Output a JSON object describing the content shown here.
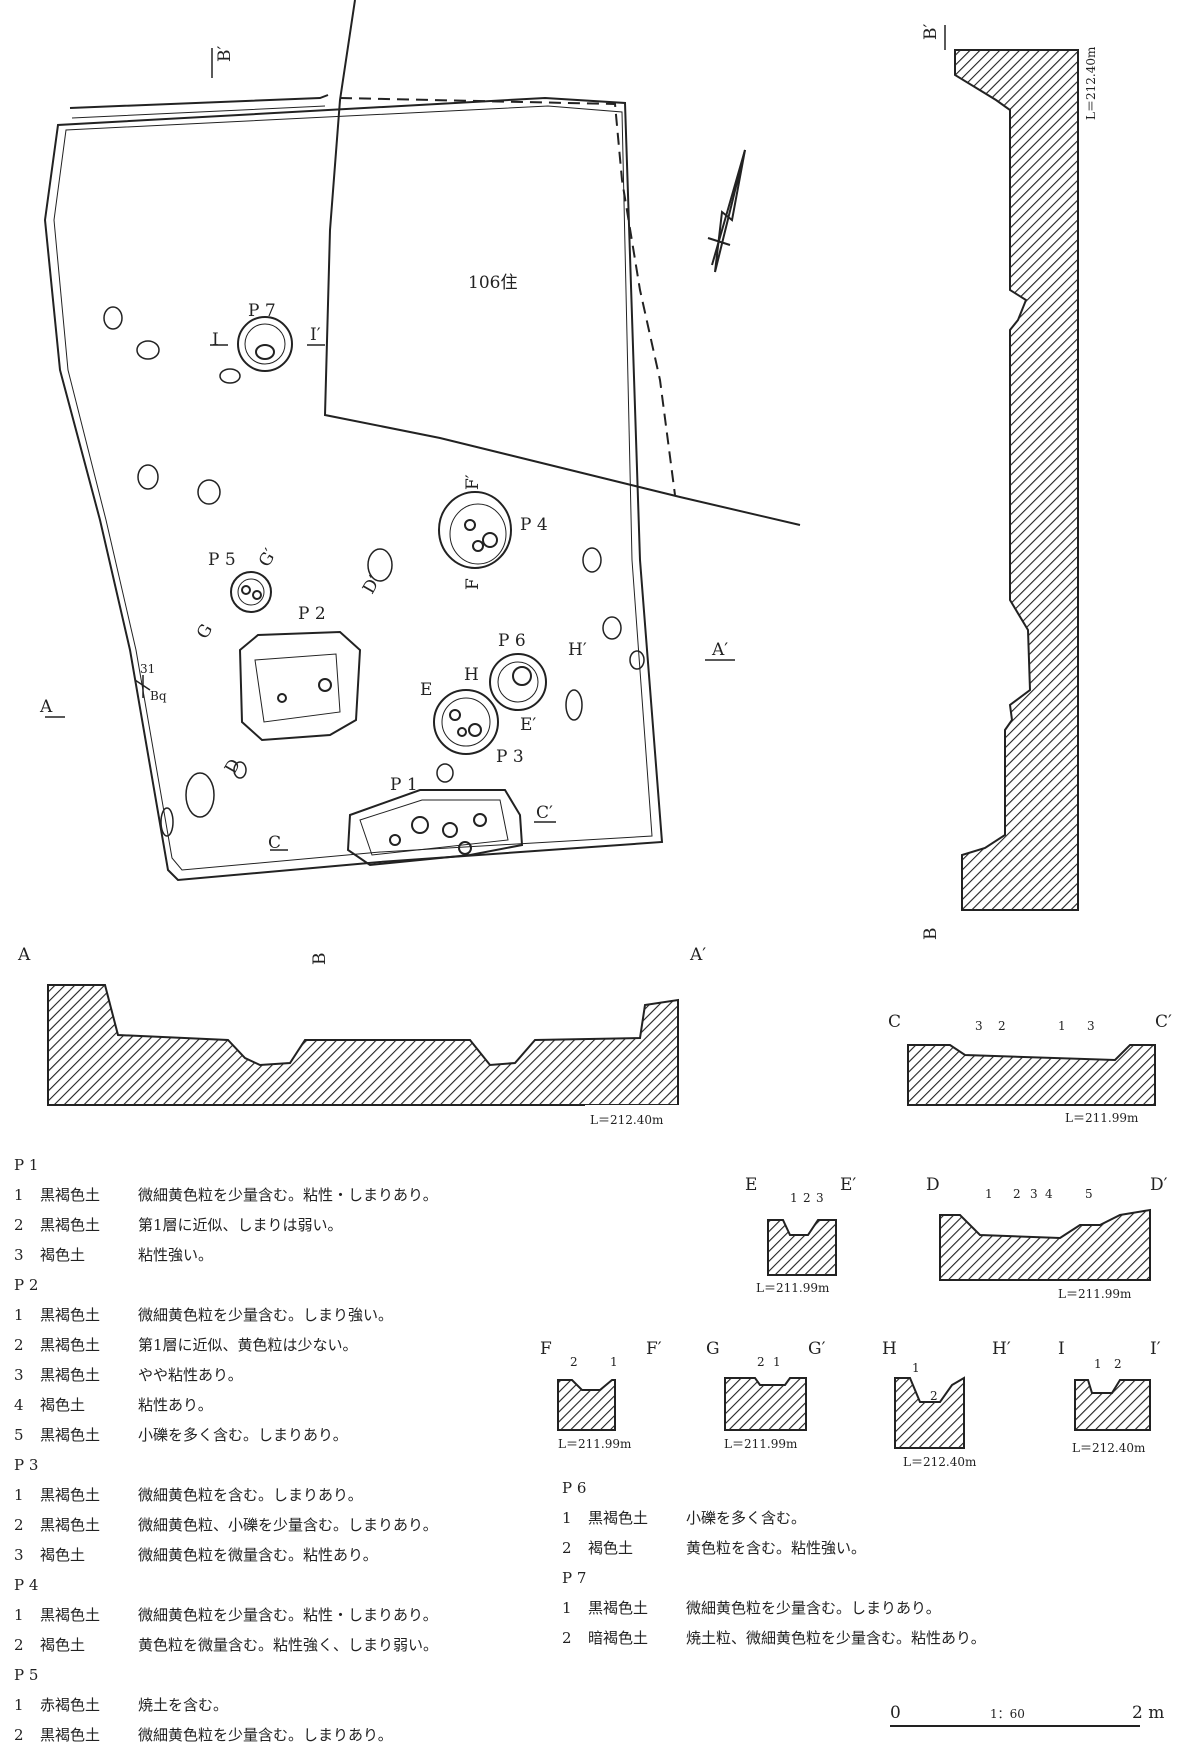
{
  "plan": {
    "house_label": "106住",
    "grid_label_number": "31",
    "grid_label_code": "Bq",
    "pits": [
      {
        "id": "p1",
        "label": "P 1"
      },
      {
        "id": "p2",
        "label": "P 2"
      },
      {
        "id": "p3",
        "label": "P 3"
      },
      {
        "id": "p4",
        "label": "P 4"
      },
      {
        "id": "p5",
        "label": "P 5"
      },
      {
        "id": "p6",
        "label": "P 6"
      },
      {
        "id": "p7",
        "label": "P 7"
      }
    ],
    "section_markers": {
      "A": "A",
      "A2": "A′",
      "B": "B",
      "B2": "B′",
      "C": "C",
      "C2": "C′",
      "D": "D",
      "D2": "D′",
      "E": "E",
      "E2": "E′",
      "F": "F",
      "F2": "F′",
      "G": "G",
      "G2": "G′",
      "H": "H",
      "H2": "H′",
      "I": "I",
      "I2": "I′"
    }
  },
  "sections": {
    "AA": {
      "left": "A",
      "right": "A′",
      "level": "L＝212.40m"
    },
    "BB": {
      "top": "B′",
      "bottom": "B",
      "level": "L＝212.40m"
    },
    "CC": {
      "left": "C",
      "right": "C′",
      "layers": [
        "3",
        "2",
        "1",
        "3"
      ],
      "level": "L＝211.99m"
    },
    "EE": {
      "left": "E",
      "right": "E′",
      "layers": [
        "1",
        "2",
        "3"
      ],
      "level": "L＝211.99m"
    },
    "DD": {
      "left": "D",
      "right": "D′",
      "layers": [
        "1",
        "2",
        "3",
        "4",
        "5"
      ],
      "level": "L＝211.99m"
    },
    "FF": {
      "left": "F",
      "right": "F′",
      "layers": [
        "2",
        "1"
      ],
      "level": "L＝211.99m"
    },
    "GG": {
      "left": "G",
      "right": "G′",
      "layers": [
        "2",
        "1"
      ],
      "level": "L＝211.99m"
    },
    "HH": {
      "left": "H",
      "right": "H′",
      "layers": [
        "1",
        "2"
      ],
      "level": "L＝212.40m"
    },
    "II": {
      "left": "I",
      "right": "I′",
      "layers": [
        "1",
        "2"
      ],
      "level": "L＝212.40m"
    }
  },
  "legend_left": [
    {
      "pit": "P 1",
      "layers": [
        {
          "n": "1",
          "soil": "黒褐色土",
          "desc": "微細黄色粒を少量含む。粘性・しまりあり。"
        },
        {
          "n": "2",
          "soil": "黒褐色土",
          "desc": "第1層に近似、しまりは弱い。"
        },
        {
          "n": "3",
          "soil": "褐色土",
          "desc": "粘性強い。"
        }
      ]
    },
    {
      "pit": "P 2",
      "layers": [
        {
          "n": "1",
          "soil": "黒褐色土",
          "desc": "微細黄色粒を少量含む。しまり強い。"
        },
        {
          "n": "2",
          "soil": "黒褐色土",
          "desc": "第1層に近似、黄色粒は少ない。"
        },
        {
          "n": "3",
          "soil": "黒褐色土",
          "desc": "やや粘性あり。"
        },
        {
          "n": "4",
          "soil": "褐色土",
          "desc": "粘性あり。"
        },
        {
          "n": "5",
          "soil": "黒褐色土",
          "desc": "小礫を多く含む。しまりあり。"
        }
      ]
    },
    {
      "pit": "P 3",
      "layers": [
        {
          "n": "1",
          "soil": "黒褐色土",
          "desc": "微細黄色粒を含む。しまりあり。"
        },
        {
          "n": "2",
          "soil": "黒褐色土",
          "desc": "微細黄色粒、小礫を少量含む。しまりあり。"
        },
        {
          "n": "3",
          "soil": "褐色土",
          "desc": "微細黄色粒を微量含む。粘性あり。"
        }
      ]
    },
    {
      "pit": "P 4",
      "layers": [
        {
          "n": "1",
          "soil": "黒褐色土",
          "desc": "微細黄色粒を少量含む。粘性・しまりあり。"
        },
        {
          "n": "2",
          "soil": "褐色土",
          "desc": "黄色粒を微量含む。粘性強く、しまり弱い。"
        }
      ]
    },
    {
      "pit": "P 5",
      "layers": [
        {
          "n": "1",
          "soil": "赤褐色土",
          "desc": "焼土を含む。"
        },
        {
          "n": "2",
          "soil": "黒褐色土",
          "desc": "微細黄色粒を少量含む。しまりあり。"
        }
      ]
    }
  ],
  "legend_right": [
    {
      "pit": "P 6",
      "layers": [
        {
          "n": "1",
          "soil": "黒褐色土",
          "desc": "小礫を多く含む。"
        },
        {
          "n": "2",
          "soil": "褐色土",
          "desc": "黄色粒を含む。粘性強い。"
        }
      ]
    },
    {
      "pit": "P 7",
      "layers": [
        {
          "n": "1",
          "soil": "黒褐色土",
          "desc": "微細黄色粒を少量含む。しまりあり。"
        },
        {
          "n": "2",
          "soil": "暗褐色土",
          "desc": "焼土粒、微細黄色粒を少量含む。粘性あり。"
        }
      ]
    }
  ],
  "scale": {
    "zero": "0",
    "ratio": "1：60",
    "end": "2 m"
  }
}
